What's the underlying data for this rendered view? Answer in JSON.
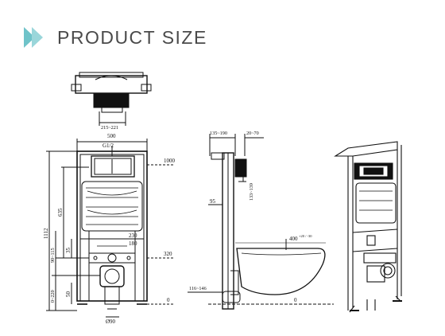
{
  "header": {
    "title": "PRODUCT SIZE",
    "accent": "#6fc3c9"
  },
  "top_view": {
    "width_dim": "215~221"
  },
  "front_view": {
    "width_dim": "500",
    "thread_label": "G1/2",
    "height_total": "1112",
    "height_635": "635",
    "height_90_115": "90~115",
    "height_35": "35",
    "height_0_220": "0~220",
    "height_50": "50",
    "dim_230": "230",
    "dim_180": "180",
    "level_1000": "1000",
    "level_320": "320",
    "level_0": "0",
    "pipe_dim": "Ø90"
  },
  "side_view": {
    "depth_135_190": "135~190",
    "depth_20_70": "20~70",
    "height_133_139": "133~139",
    "dim_95": "95",
    "dim_400": "400",
    "dim_400_tol": "+20 / -30",
    "dim_116_146": "116~146",
    "level_0": "0"
  }
}
